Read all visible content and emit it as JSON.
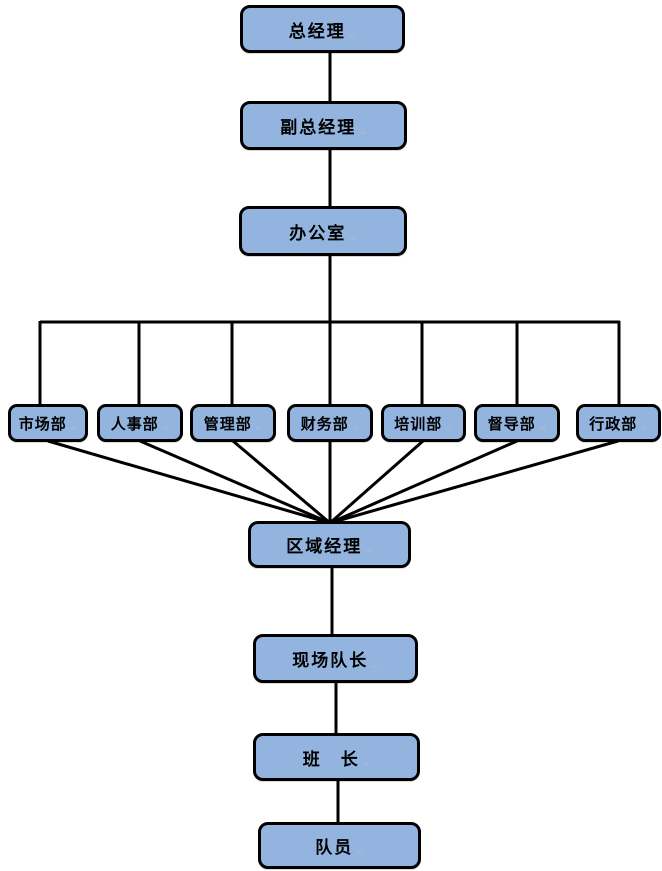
{
  "diagram": {
    "type": "org-chart",
    "nodes": {
      "general_manager": {
        "label": "总经理"
      },
      "deputy_general_manager": {
        "label": "副总经理"
      },
      "office": {
        "label": "办公室"
      },
      "regional_manager": {
        "label": "区域经理"
      },
      "site_captain": {
        "label": "现场队长"
      },
      "squad_leader": {
        "label": "班　长"
      },
      "team_member": {
        "label": "队员"
      }
    },
    "departments": [
      {
        "label": "市场部"
      },
      {
        "label": "人事部"
      },
      {
        "label": "管理部"
      },
      {
        "label": "财务部"
      },
      {
        "label": "培训部"
      },
      {
        "label": "督导部"
      },
      {
        "label": "行政部"
      }
    ],
    "edges": [
      [
        "general_manager",
        "deputy_general_manager"
      ],
      [
        "deputy_general_manager",
        "office"
      ],
      [
        "office",
        "市场部"
      ],
      [
        "office",
        "人事部"
      ],
      [
        "office",
        "管理部"
      ],
      [
        "office",
        "财务部"
      ],
      [
        "office",
        "培训部"
      ],
      [
        "office",
        "督导部"
      ],
      [
        "office",
        "行政部"
      ],
      [
        "市场部",
        "regional_manager"
      ],
      [
        "人事部",
        "regional_manager"
      ],
      [
        "管理部",
        "regional_manager"
      ],
      [
        "财务部",
        "regional_manager"
      ],
      [
        "培训部",
        "regional_manager"
      ],
      [
        "督导部",
        "regional_manager"
      ],
      [
        "行政部",
        "regional_manager"
      ],
      [
        "regional_manager",
        "site_captain"
      ],
      [
        "site_captain",
        "squad_leader"
      ],
      [
        "squad_leader",
        "team_member"
      ]
    ]
  },
  "colors": {
    "box_fill": "#92B4DF",
    "box_border": "#000000",
    "connector": "#000000",
    "background": "#FFFFFF"
  },
  "icons": {
    "paragraph_mark": "↵"
  }
}
